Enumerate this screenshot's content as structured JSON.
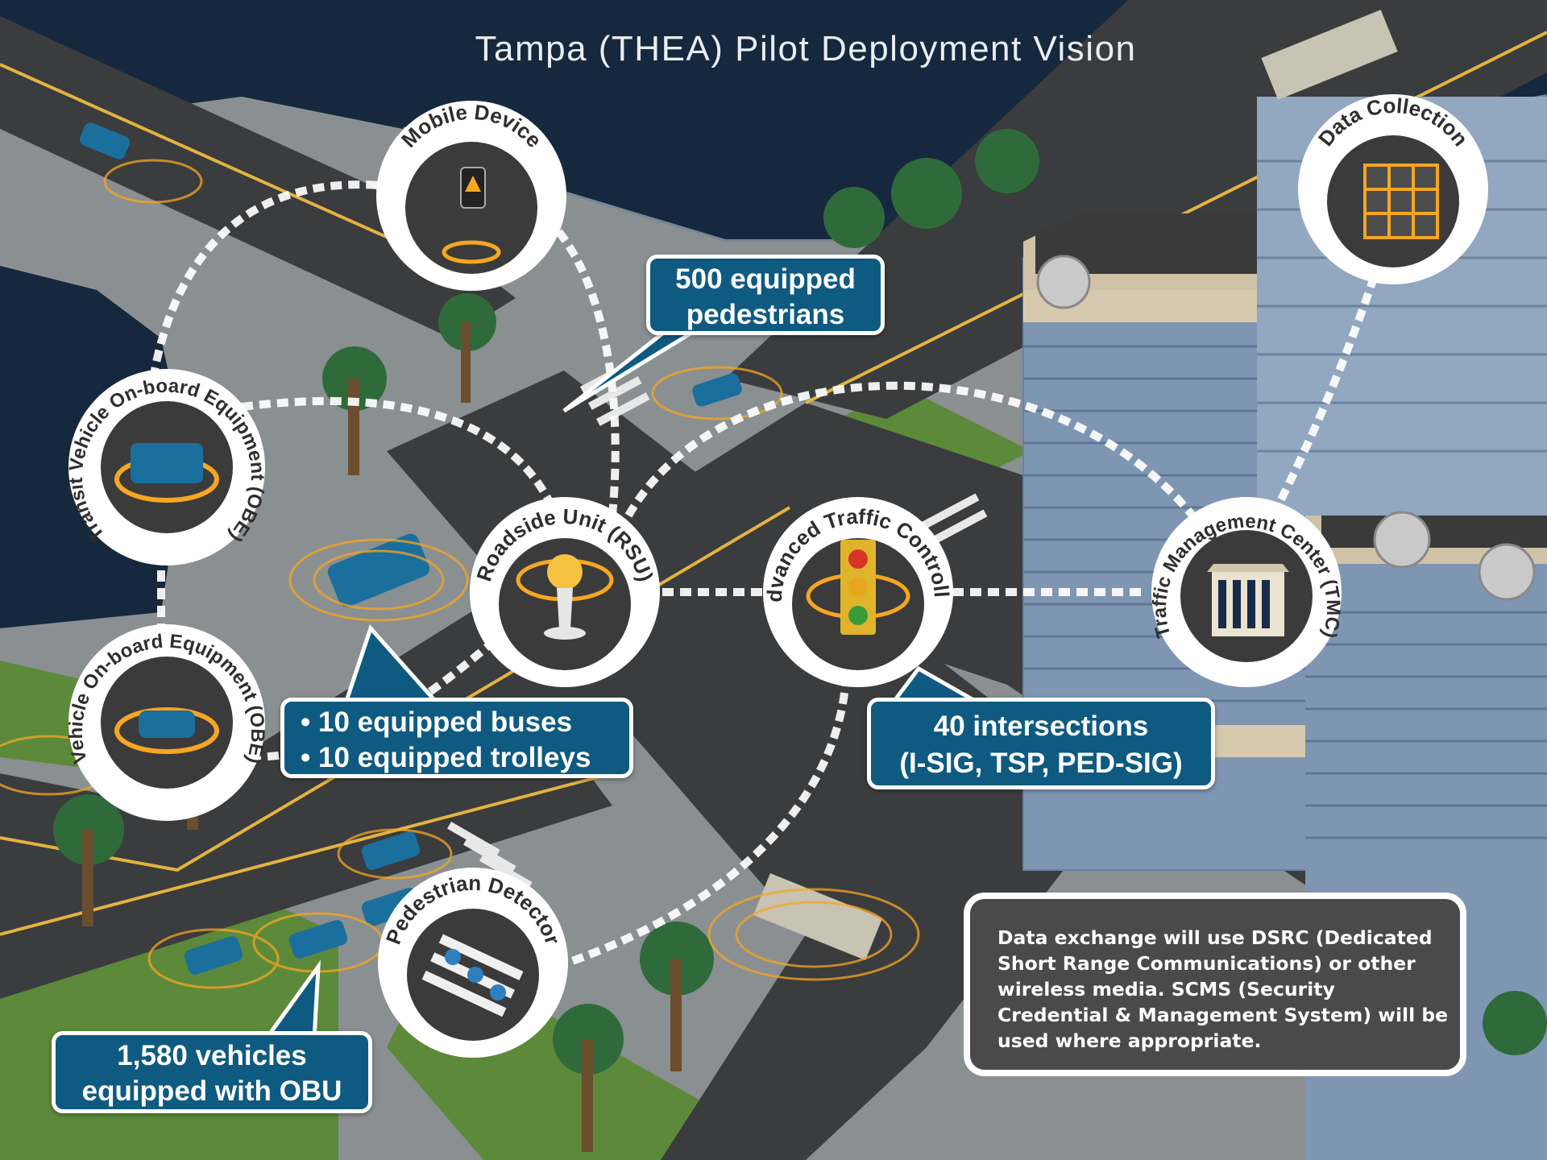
{
  "title": "Tampa (THEA) Pilot Deployment Vision",
  "nodes": {
    "mobile_device": "Mobile Device",
    "data_collection": "Data Collection",
    "transit_obe": "Transit Vehicle On-board Equipment (OBE)",
    "vehicle_obe": "Vehicle On-board Equipment (OBE)",
    "rsu": "Roadside Unit (RSU)",
    "atc": "Advanced Traffic Controller",
    "tmc": "Traffic Management Center (TMC)",
    "ped_detector": "Pedestrian Detector"
  },
  "callouts": {
    "pedestrians": [
      "500 equipped",
      "pedestrians"
    ],
    "transit": [
      "• 10 equipped buses",
      "• 10 equipped trolleys"
    ],
    "intersections": [
      "40 intersections",
      "(I-SIG, TSP, PED-SIG)"
    ],
    "vehicles": [
      "1,580 vehicles",
      "equipped with OBU"
    ]
  },
  "note": "Data exchange will use DSRC (Dedicated Short Range Communications) or other wireless media. SCMS (Security Credential & Management System) will be used where appropriate.",
  "colors": {
    "water": "#16283d",
    "road": "#3a3c3e",
    "grass": "#5d8a3a",
    "callout": "#0f5a80",
    "ring": "#f5a623",
    "bus": "#1a6f9c",
    "building": "#7f96b3"
  }
}
